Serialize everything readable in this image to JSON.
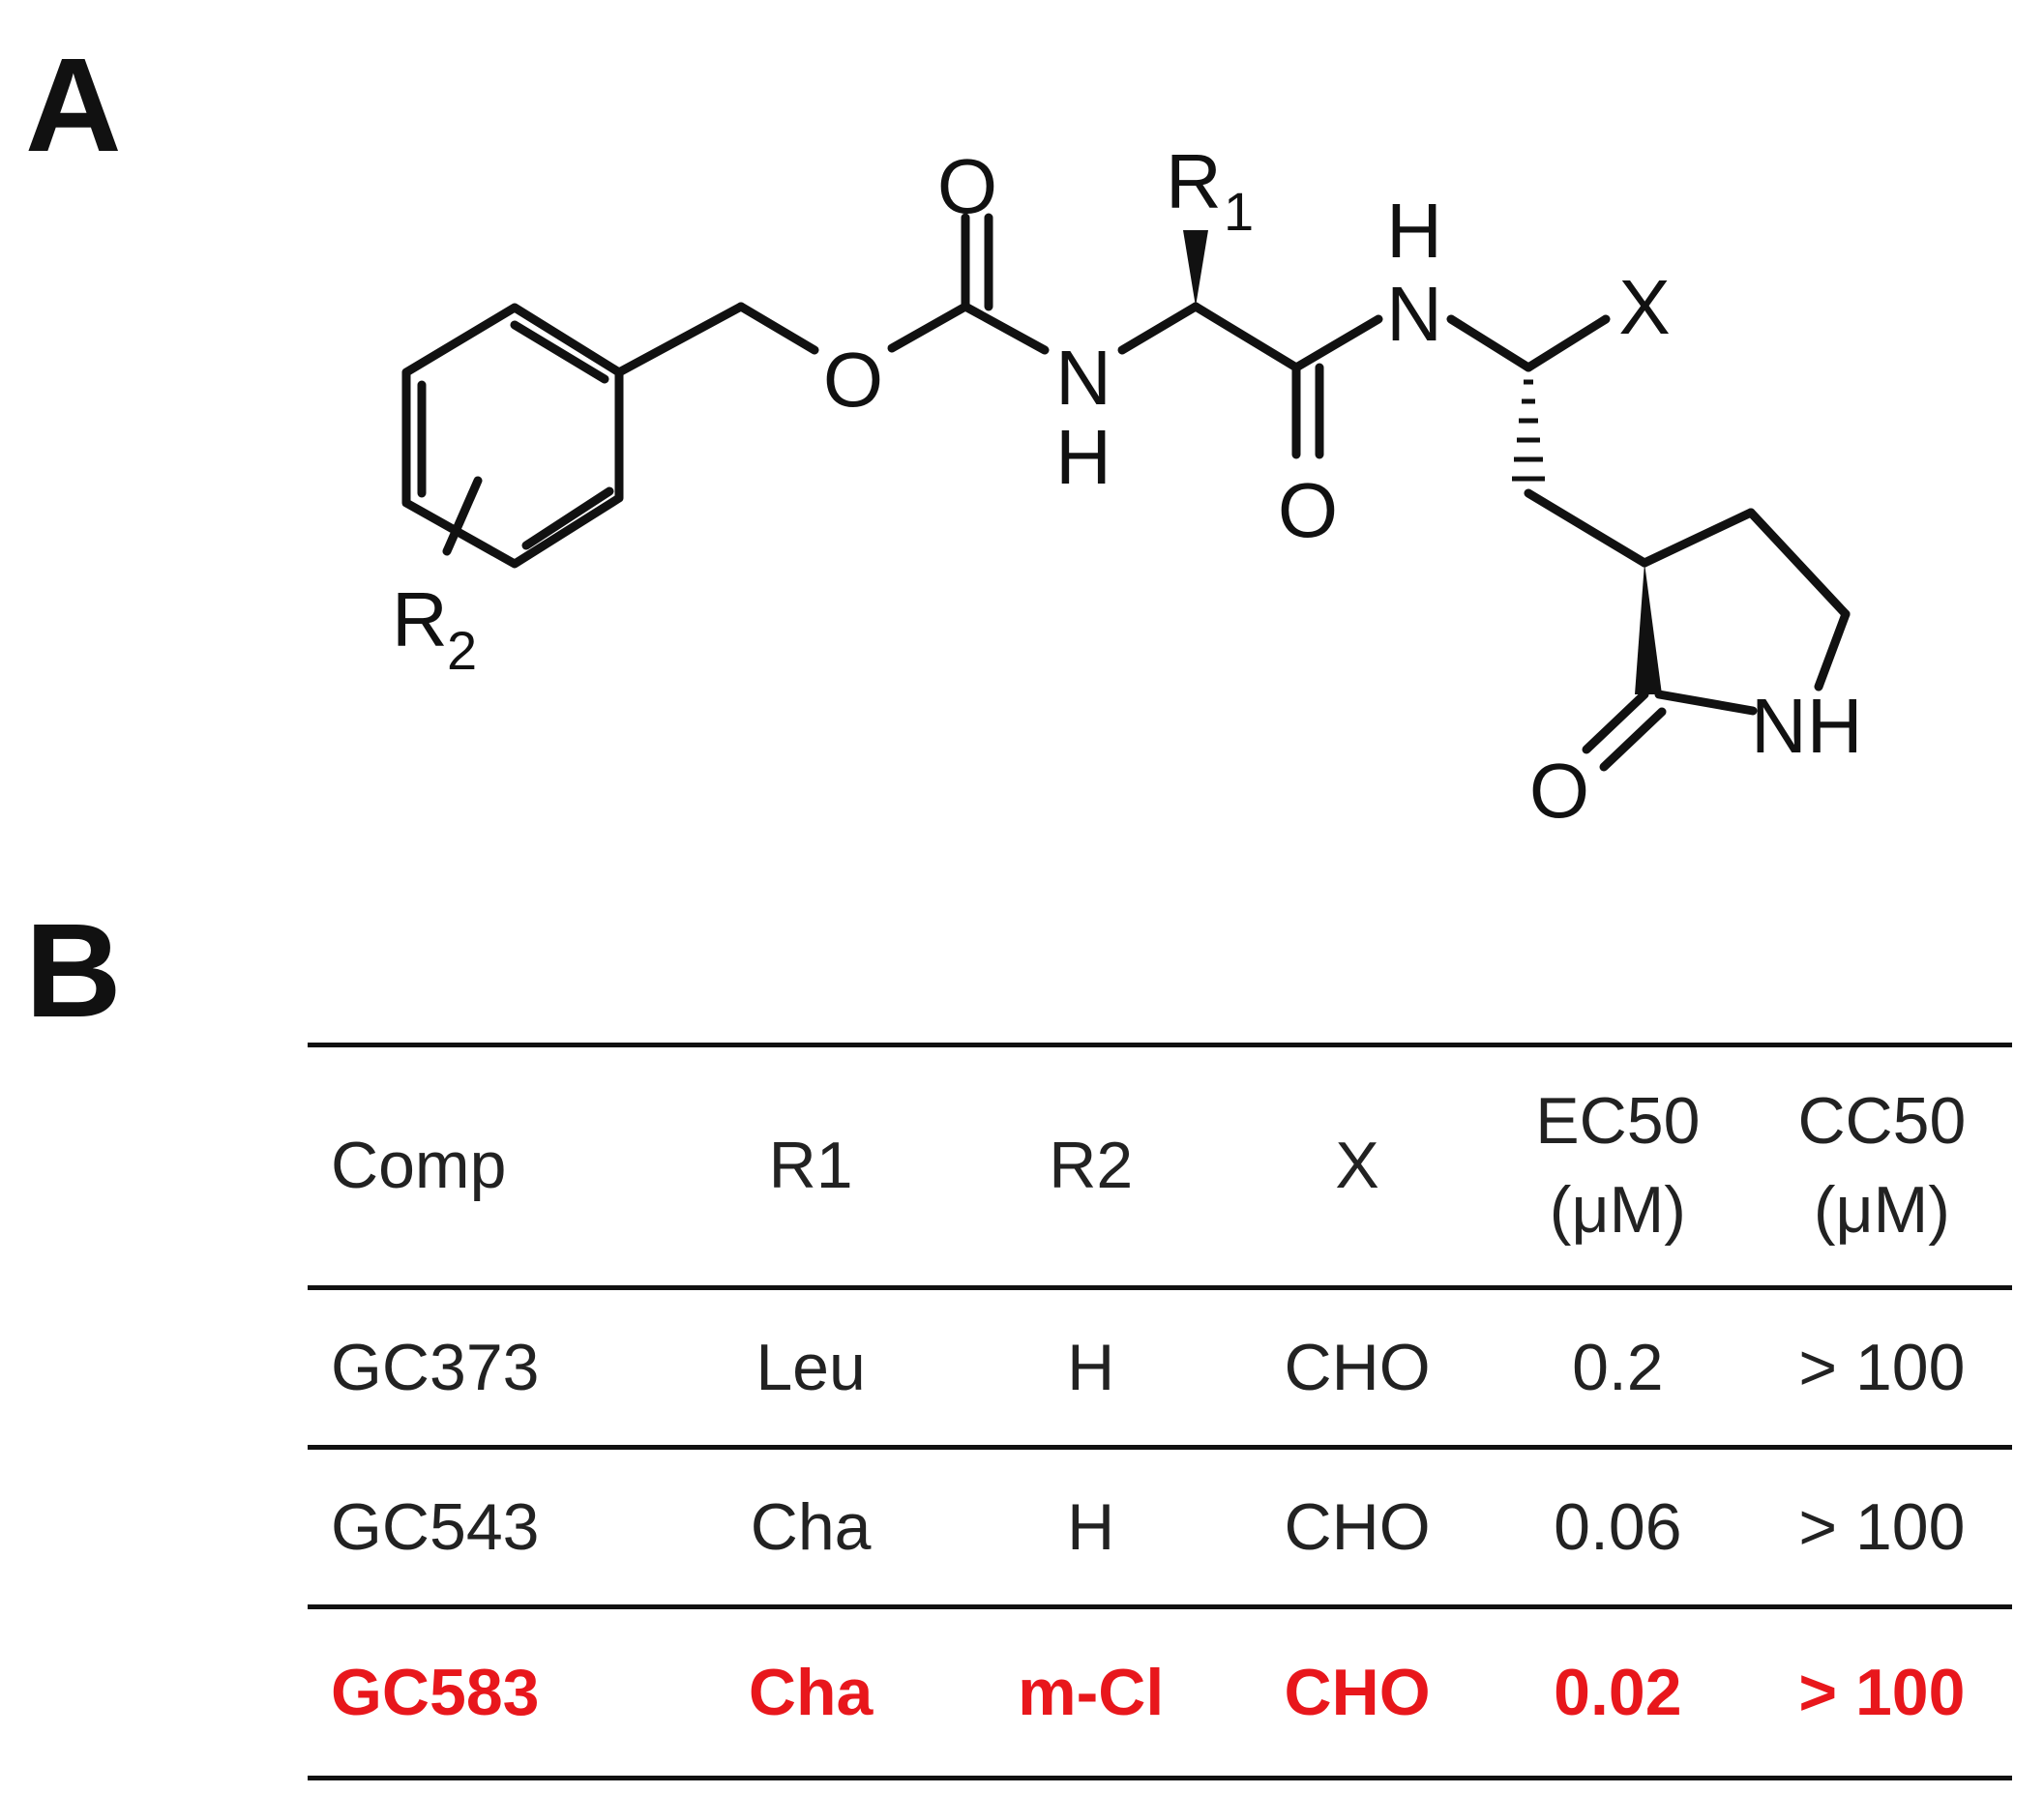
{
  "panels": {
    "a": "A",
    "b": "B"
  },
  "structure": {
    "atom_labels": {
      "o_carbonyl_top": "O",
      "o_ester": "O",
      "nh_n": "N",
      "nh_h": "H",
      "r1_main": "R",
      "r1_sub": "1",
      "o_amide": "O",
      "h_top": "H",
      "n_top": "N",
      "x": "X",
      "r2_main": "R",
      "r2_sub": "2",
      "nh_ring": "NH",
      "o_lactam": "O"
    }
  },
  "table": {
    "headers": {
      "comp": "Comp",
      "r1": "R1",
      "r2": "R2",
      "x": "X",
      "ec50_line1": "EC50",
      "ec50_line2": "(μM)",
      "cc50_line1": "CC50",
      "cc50_line2": "(μM)"
    },
    "rows": [
      {
        "comp": "GC373",
        "r1": "Leu",
        "r2": "H",
        "x": "CHO",
        "ec50": "0.2",
        "cc50": "> 100",
        "highlight": false
      },
      {
        "comp": "GC543",
        "r1": "Cha",
        "r2": "H",
        "x": "CHO",
        "ec50": "0.06",
        "cc50": "> 100",
        "highlight": false
      },
      {
        "comp": "GC583",
        "r1": "Cha",
        "r2": "m-Cl",
        "x": "CHO",
        "ec50": "0.02",
        "cc50": "> 100",
        "highlight": true
      }
    ],
    "highlight_color": "#e8171c"
  }
}
